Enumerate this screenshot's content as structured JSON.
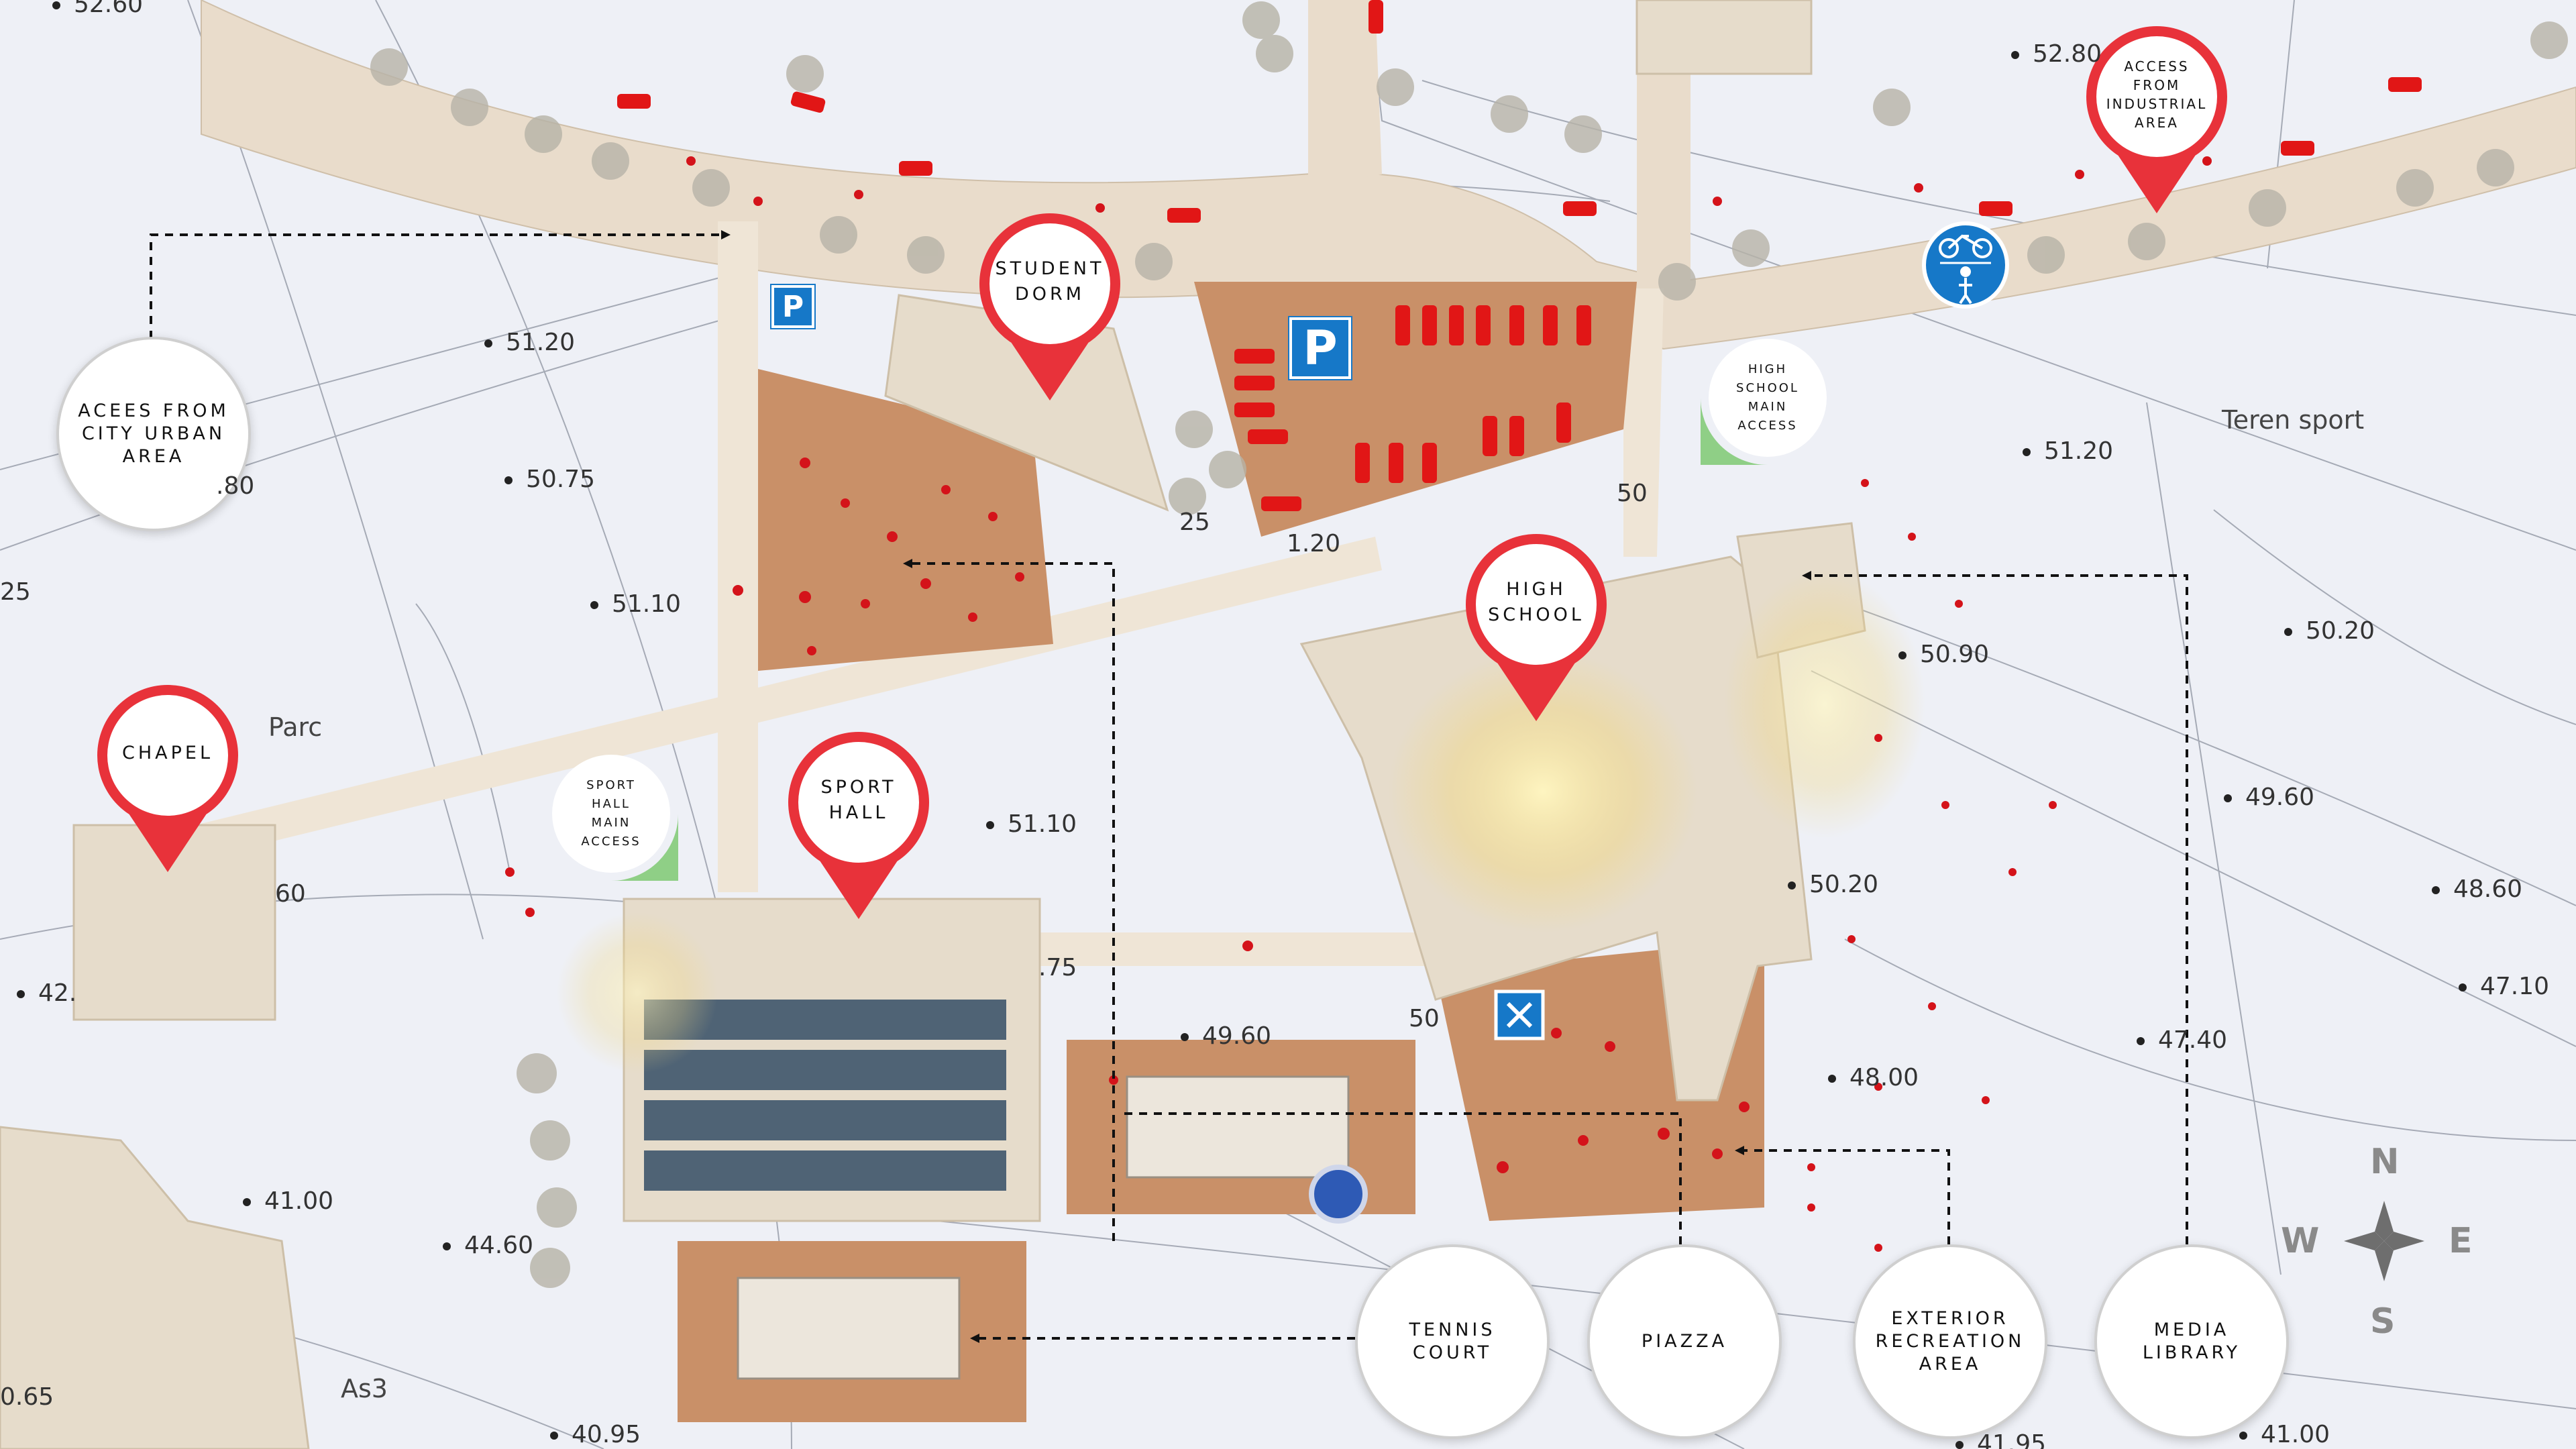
{
  "markers": {
    "student_dorm": "STUDENT\nDORM",
    "high_school": "HIGH\nSCHOOL",
    "chapel": "CHAPEL",
    "sport_hall": "SPORT\nHALL",
    "industrial_access": "ACCESS\nFROM\nINDUSTRIAL\nAREA"
  },
  "green_markers": {
    "high_school_access": "HIGH\nSCHOOL\nMAIN\nACCESS",
    "sport_hall_access": "SPORT\nHALL\nMAIN\nACCESS"
  },
  "callouts": {
    "city_access": "ACEES FROM\nCITY URBAN\nAREA",
    "tennis_court": "TENNIS\nCOURT",
    "piazza": "PIAZZA",
    "exterior_recreation": "EXTERIOR\nRECREATION\nAREA",
    "media_library": "MEDIA\nLIBRARY"
  },
  "signs": {
    "parking_small": "P",
    "parking_large": "P"
  },
  "labels": {
    "teren_sport": "Teren sport",
    "parc": "Parc",
    "as3": "As3"
  },
  "elevations": [
    "52.60",
    "52.80",
    "51.20",
    "50.75",
    "51.10",
    "51.20",
    "50.20",
    "50.90",
    "49.60",
    "48.60",
    "47.10",
    "50.20",
    "47.40",
    "48.00",
    "49.60",
    "51.10",
    "41.00",
    "44.60",
    "40.95",
    "41.95",
    "41.00",
    "42."
  ],
  "plain_elevations": [
    ".80",
    "25",
    "25",
    "50",
    "60",
    "50",
    "0.65",
    "1.20",
    ".75"
  ],
  "compass": {
    "n": "N",
    "s": "S",
    "e": "E",
    "w": "W"
  },
  "colors": {
    "pin_red": "#e8323a",
    "pin_green": "#8fcf86",
    "parking_blue": "#1678c8",
    "building": "#e6dccb",
    "plaza": "#c99068",
    "road": "#e9dccb",
    "solar": "#4f6375",
    "car": "#e11616"
  }
}
